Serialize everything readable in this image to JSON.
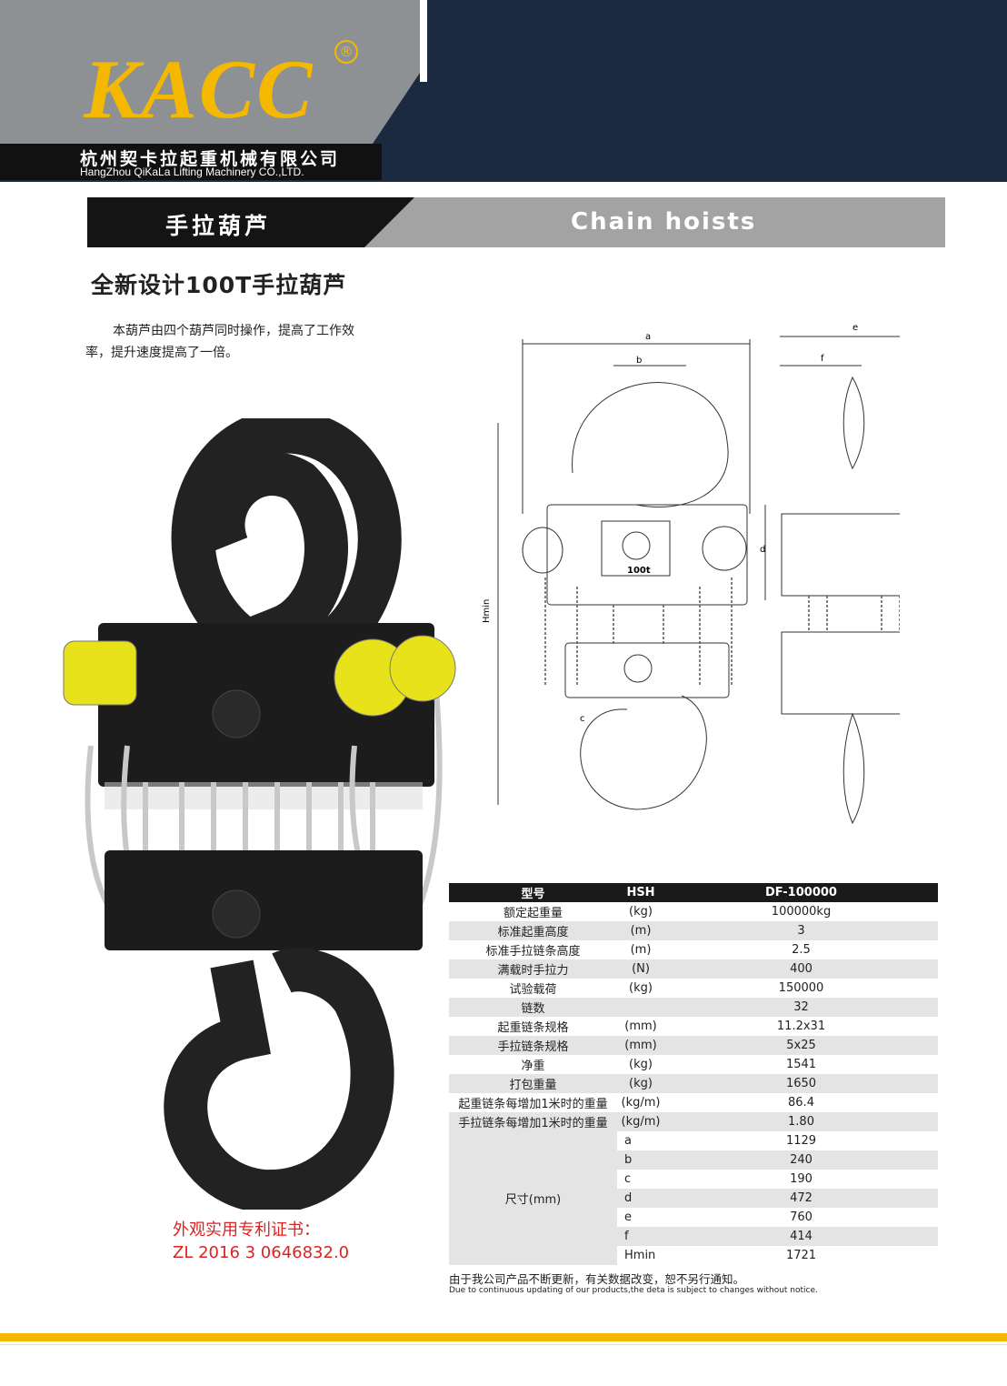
{
  "header": {
    "logo": "KACC",
    "registered": "®",
    "company_cn": "杭州契卡拉起重机械有限公司",
    "company_en": "HangZhou QiKaLa Lifting Machinery CO.,LTD."
  },
  "section": {
    "cn": "手拉葫芦",
    "en": "Chain  hoists"
  },
  "product": {
    "title": "全新设计100T手拉葫芦",
    "description": "本葫芦由四个葫芦同时操作，提高了工作效率，提升速度提高了一倍。"
  },
  "drawing": {
    "labels": [
      "a",
      "b",
      "c",
      "d",
      "e",
      "f",
      "Hmin"
    ],
    "plate": "100t"
  },
  "patent": {
    "line1": "外观实用专利证书：",
    "line2": "ZL 2016 3 0646832.0"
  },
  "table": {
    "headers": [
      "型号",
      "HSH",
      "DF-100000"
    ],
    "rows": [
      [
        "额定起重量",
        "(kg)",
        "100000kg"
      ],
      [
        "标准起重高度",
        "(m)",
        "3"
      ],
      [
        "标准手拉链条高度",
        "(m)",
        "2.5"
      ],
      [
        "满载时手拉力",
        "(N)",
        "400"
      ],
      [
        "试验载荷",
        "(kg)",
        "150000"
      ],
      [
        "链数",
        "",
        "32"
      ],
      [
        "起重链条规格",
        "(mm)",
        "11.2x31"
      ],
      [
        "手拉链条规格",
        "(mm)",
        "5x25"
      ],
      [
        "净重",
        "(kg)",
        "1541"
      ],
      [
        "打包重量",
        "(kg)",
        "1650"
      ],
      [
        "起重链条每增加1米时的重量",
        "(kg/m)",
        "86.4"
      ],
      [
        "手拉链条每增加1米时的重量",
        "(kg/m)",
        "1.80"
      ]
    ],
    "size_label": "尺寸(mm)",
    "size_rows": [
      [
        "a",
        "1129"
      ],
      [
        "b",
        "240"
      ],
      [
        "c",
        "190"
      ],
      [
        "d",
        "472"
      ],
      [
        "e",
        "760"
      ],
      [
        "f",
        "414"
      ],
      [
        "Hmin",
        "1721"
      ]
    ]
  },
  "notes": {
    "cn": "由于我公司产品不断更新，有关数据改变，恕不另行通知。",
    "en": "Due to continuous updating of our products,the deta is subject to changes without notice."
  }
}
